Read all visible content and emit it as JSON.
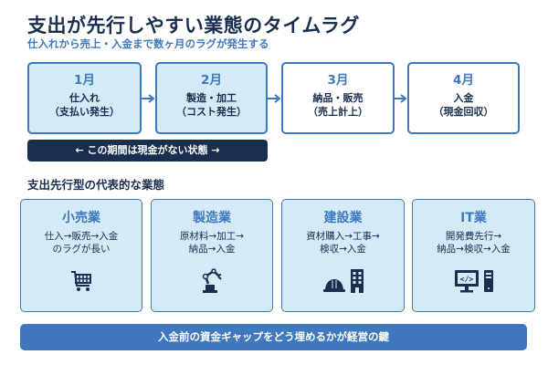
{
  "header": {
    "title": "支出が先行しやすい業態のタイムラグ",
    "subtitle": "仕入れから売上・入金まで数ヶ月のラグが発生する"
  },
  "timeline": {
    "steps": [
      {
        "month": "1月",
        "line1": "仕入れ",
        "line2": "（支払い発生）",
        "style": "shaded"
      },
      {
        "month": "2月",
        "line1": "製造・加工",
        "line2": "（コスト発生）",
        "style": "shaded"
      },
      {
        "month": "3月",
        "line1": "納品・販売",
        "line2": "（売上計上）",
        "style": "plain"
      },
      {
        "month": "4月",
        "line1": "入金",
        "line2": "（現金回収）",
        "style": "plain"
      }
    ],
    "cash_gap_label": "← この期間は現金がない状態 →"
  },
  "industries": {
    "heading": "支出先行型の代表的な業態",
    "cards": [
      {
        "name": "小売業",
        "flow": "仕入→販売→入金\nのラグが長い",
        "icons": [
          "shopping-cart-icon"
        ]
      },
      {
        "name": "製造業",
        "flow": "原材料→加工→\n納品→入金",
        "icons": [
          "robot-arm-icon"
        ]
      },
      {
        "name": "建設業",
        "flow": "資材購入→工事→\n検収→入金",
        "icons": [
          "hard-hat-icon",
          "building-icon"
        ]
      },
      {
        "name": "IT業",
        "flow": "開発費先行→\n納品→検収→入金",
        "icons": [
          "computer-code-icon",
          "server-tower-icon"
        ]
      }
    ]
  },
  "footer": {
    "message": "入金前の資金ギャップをどう埋めるかが経営の鍵"
  },
  "colors": {
    "navy": "#1a2e4f",
    "accent_blue": "#3f78bd",
    "light_blue_fill": "#d4eaf7",
    "white": "#ffffff"
  }
}
